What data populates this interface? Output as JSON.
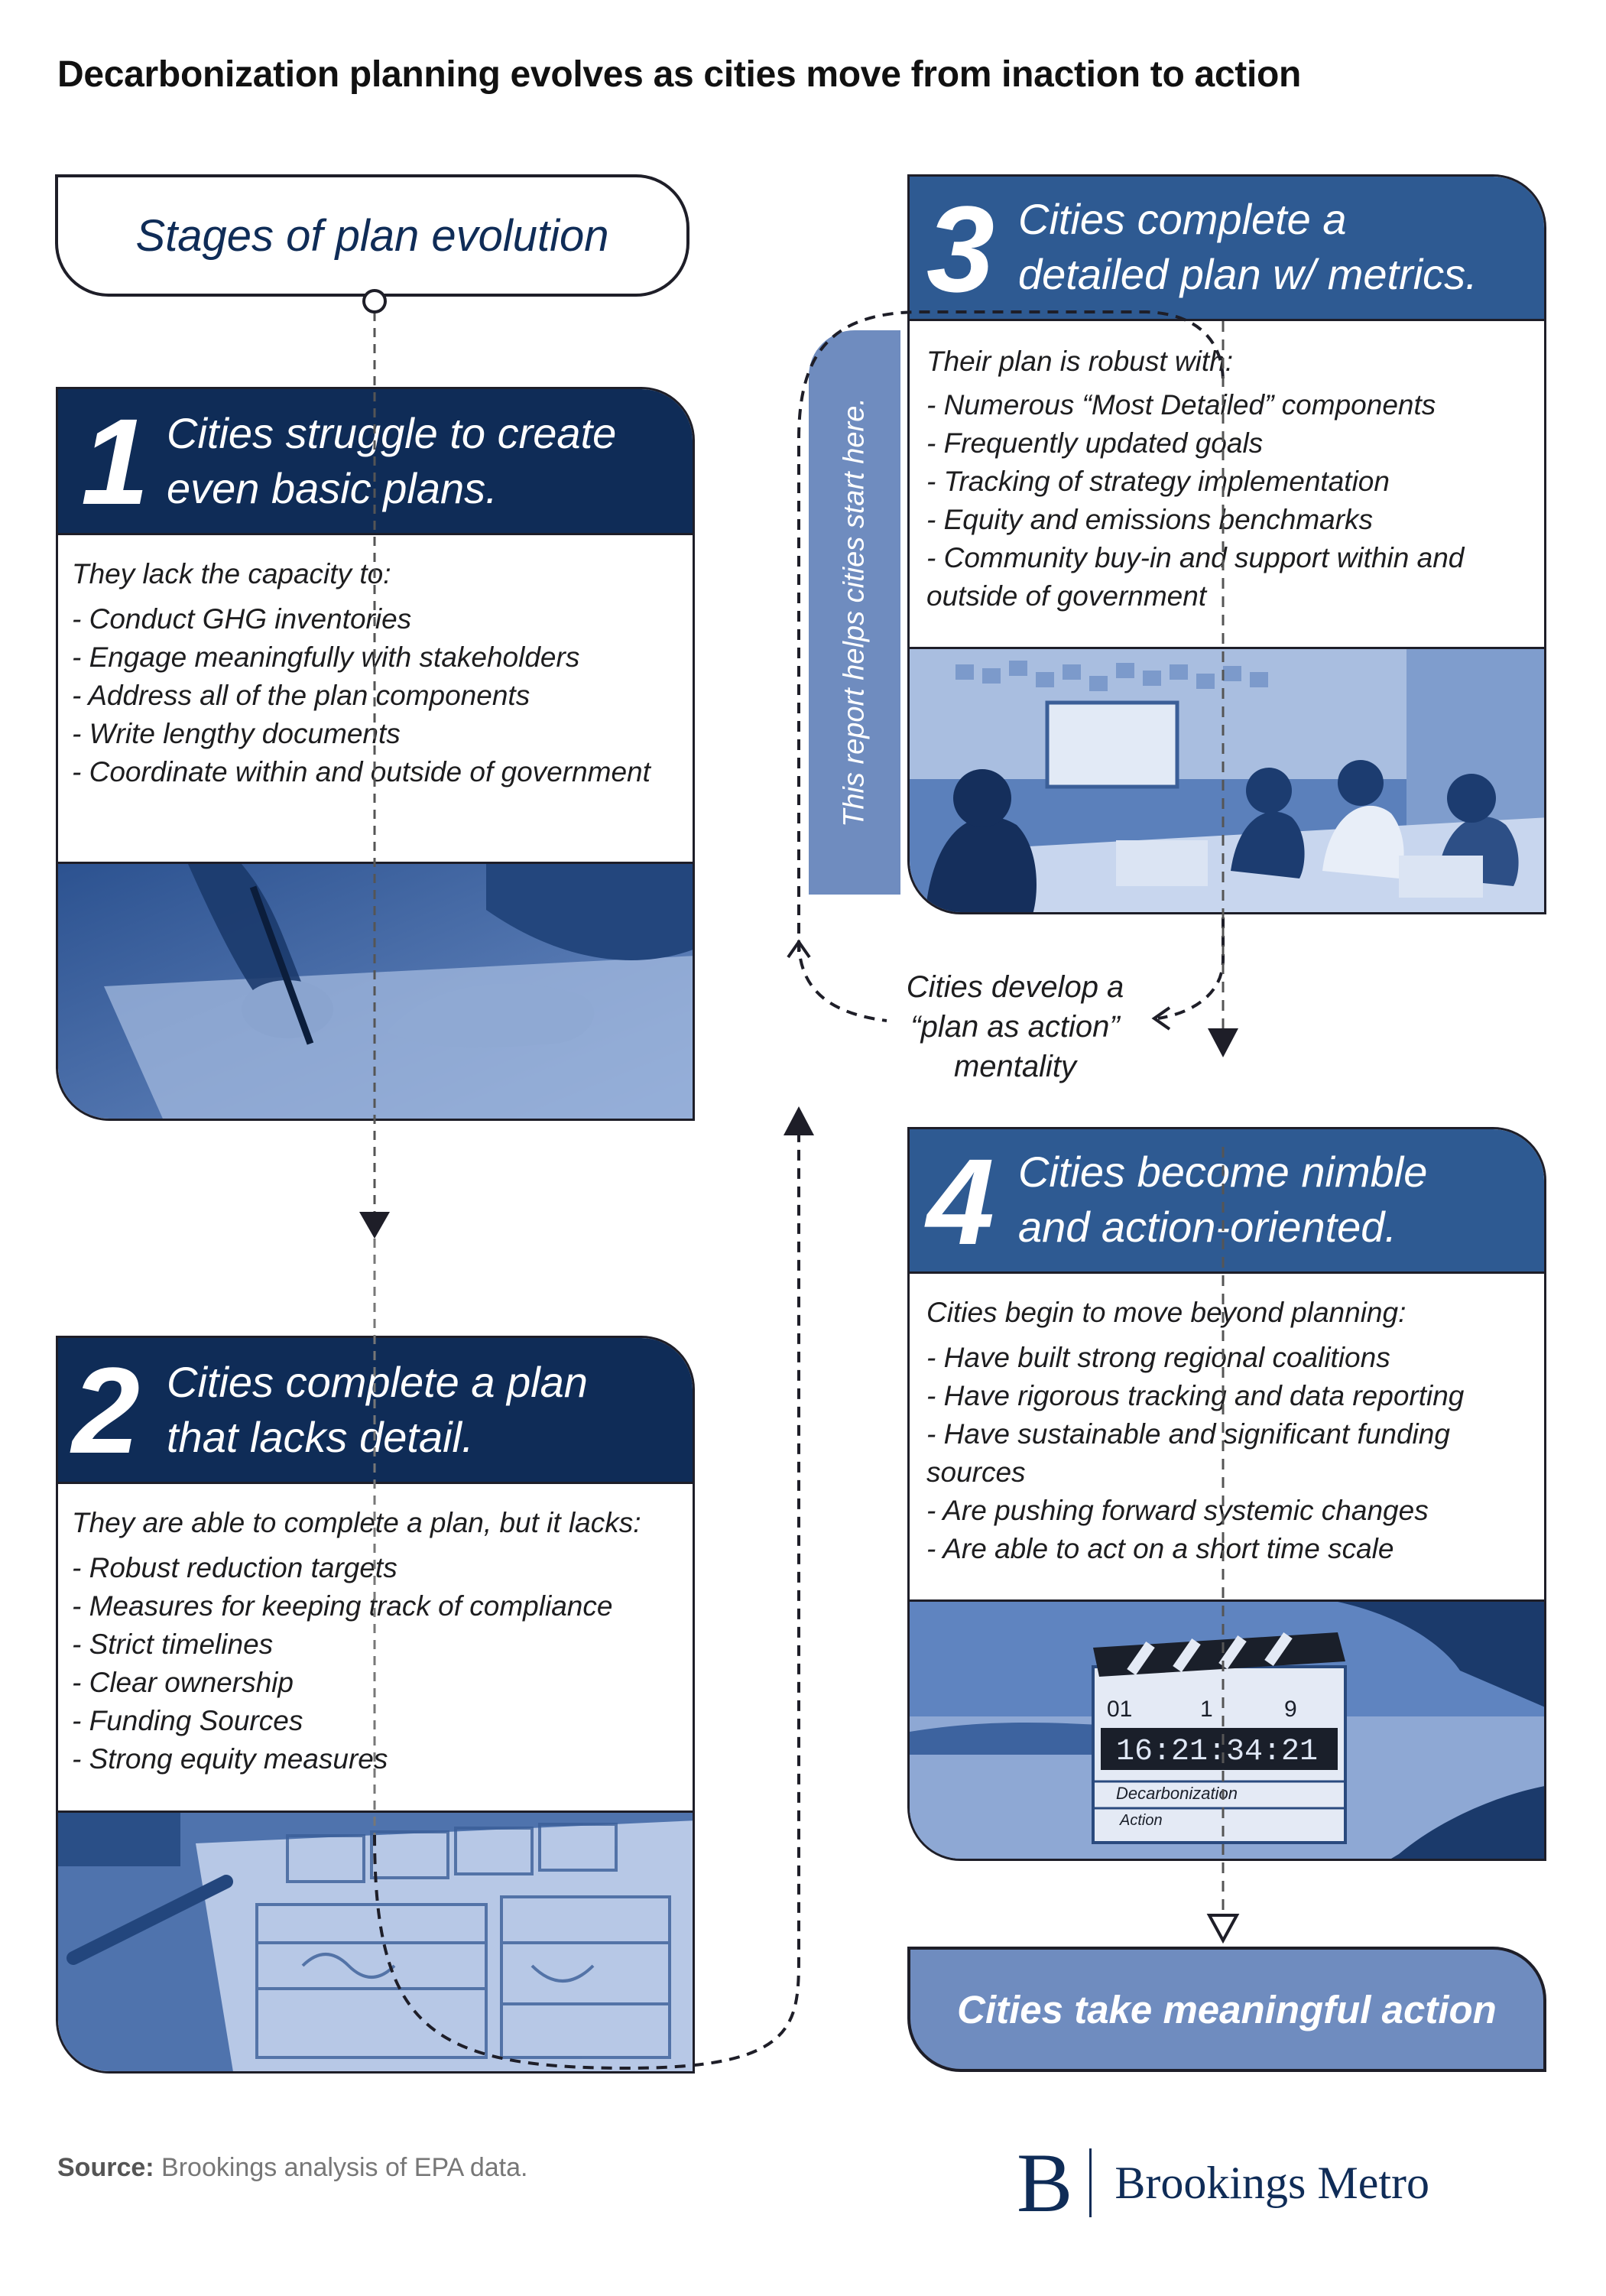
{
  "title": "Decarbonization planning evolves as cities move from inaction to action",
  "stages_label": "Stages of plan evolution",
  "cards": [
    {
      "number": "1",
      "heading_line1": "Cities struggle to create",
      "heading_line2": "even basic plans.",
      "intro": "They lack the capacity to:",
      "items": [
        "- Conduct GHG inventories",
        "- Engage meaningfully with stakeholders",
        "- Address all of the plan components",
        "- Write lengthy documents",
        "- Coordinate within and outside of government"
      ]
    },
    {
      "number": "2",
      "heading_line1": "Cities complete a plan",
      "heading_line2": "that lacks detail.",
      "intro": "They are able to complete a plan, but it lacks:",
      "items": [
        "- Robust reduction targets",
        "- Measures for keeping track of compliance",
        "- Strict timelines",
        "- Clear ownership",
        "- Funding Sources",
        "- Strong equity measures"
      ]
    },
    {
      "number": "3",
      "heading_line1": "Cities complete a",
      "heading_line2": "detailed plan w/ metrics.",
      "intro": "Their plan is robust with:",
      "items": [
        "- Numerous “Most Detailed” components",
        "- Frequently updated goals",
        "- Tracking of strategy implementation",
        "- Equity and emissions benchmarks",
        "- Community buy-in and support within and",
        "outside of government"
      ]
    },
    {
      "number": "4",
      "heading_line1": "Cities become nimble",
      "heading_line2": "and action-oriented.",
      "intro": "Cities begin to move beyond planning:",
      "items": [
        "- Have built strong regional coalitions",
        "- Have rigorous tracking and data reporting",
        "- Have sustainable and significant funding",
        "sources",
        "- Are pushing forward systemic changes",
        "- Are able to act on a short time scale"
      ]
    }
  ],
  "side_note": "This report helps cities start here.",
  "loop_label": [
    "Cities develop a",
    "“plan as action”",
    "mentality"
  ],
  "final_box": "Cities take meaningful action",
  "clapper": {
    "scene": "01",
    "take": "1",
    "roll": "9",
    "timecode": "16:21:34:21",
    "line1": "Decarbonization",
    "line2": "Action"
  },
  "source_label": "Source:",
  "source_text": "Brookings analysis of EPA data.",
  "logo_letter": "B",
  "logo_name": "Brookings Metro"
}
